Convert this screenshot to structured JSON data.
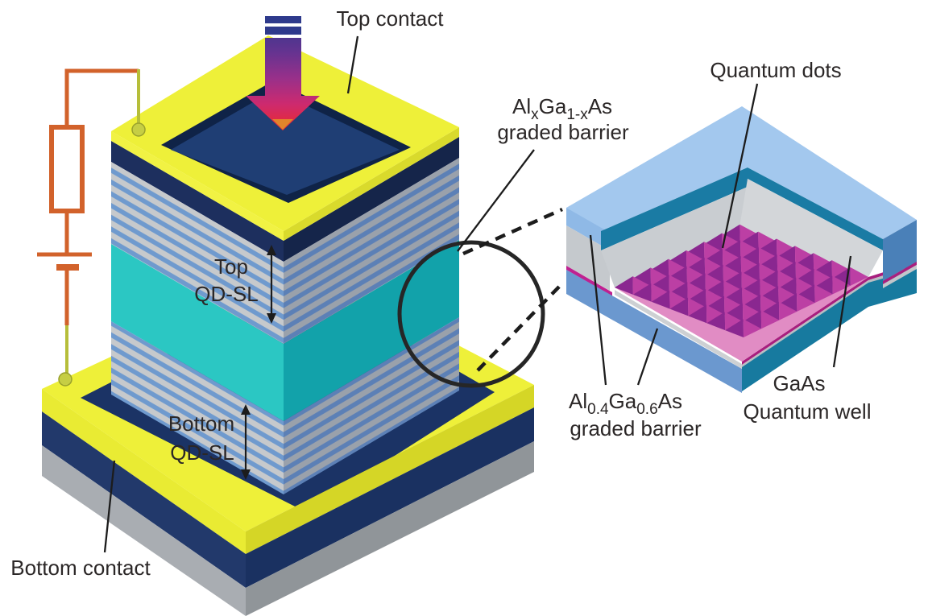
{
  "labels": {
    "top_contact": "Top contact",
    "bottom_contact": "Bottom contact",
    "top_qdsl_line1": "Top",
    "top_qdsl_line2": "QD-SL",
    "bottom_qdsl_line1": "Bottom",
    "bottom_qdsl_line2": "QD-SL",
    "quantum_dots": "Quantum dots",
    "gaas_line1": "GaAs",
    "gaas_line2": "Quantum well",
    "barrier_x": {
      "el1": "Al",
      "sub1": "x",
      "el2": "Ga",
      "sub2": "1-x",
      "el3": "As",
      "line2": "graded barrier"
    },
    "barrier_04": {
      "el1": "Al",
      "sub1": "0.4",
      "el2": "Ga",
      "sub2": "0.6",
      "el3": "As",
      "line2": "graded barrier"
    }
  },
  "colors": {
    "contact_yellow": "#eef039",
    "contact_yellow_light": "#f1f243",
    "contact_yellow_dark": "#d9da2c",
    "superlattice_gray": "#c6c9cc",
    "superlattice_blue": "#6f9ace",
    "superlattice_gray_dark": "#9aa1ab",
    "superlattice_blue_dark": "#5c80b6",
    "spacer_teal": "#2bc7c3",
    "spacer_teal_dark": "#12a2aa",
    "cap_navy": "#1f3e74",
    "base_navy": "#22396b",
    "moat_navy": "#1b3365",
    "substrate_gray": "#a9adb2",
    "cap_lightblue": "#a3c8ee",
    "barrier_gray": "#c9cdd1",
    "inner_teal": "#1a7ba4",
    "qw_blue": "#6b98cf",
    "qw_teal_dark": "#177a9f",
    "qd_layer_pink": "#e18cc4",
    "quantum_dot_purple": "#8a2790",
    "quantum_dot_mid": "#bc3fa4",
    "wetting_magenta": "#bf2190",
    "circuit_orange": "#d2622b",
    "pin_green": "#b6be3a",
    "beam_top": "#2e3a8c",
    "beam_red": "#ea2b2e"
  }
}
